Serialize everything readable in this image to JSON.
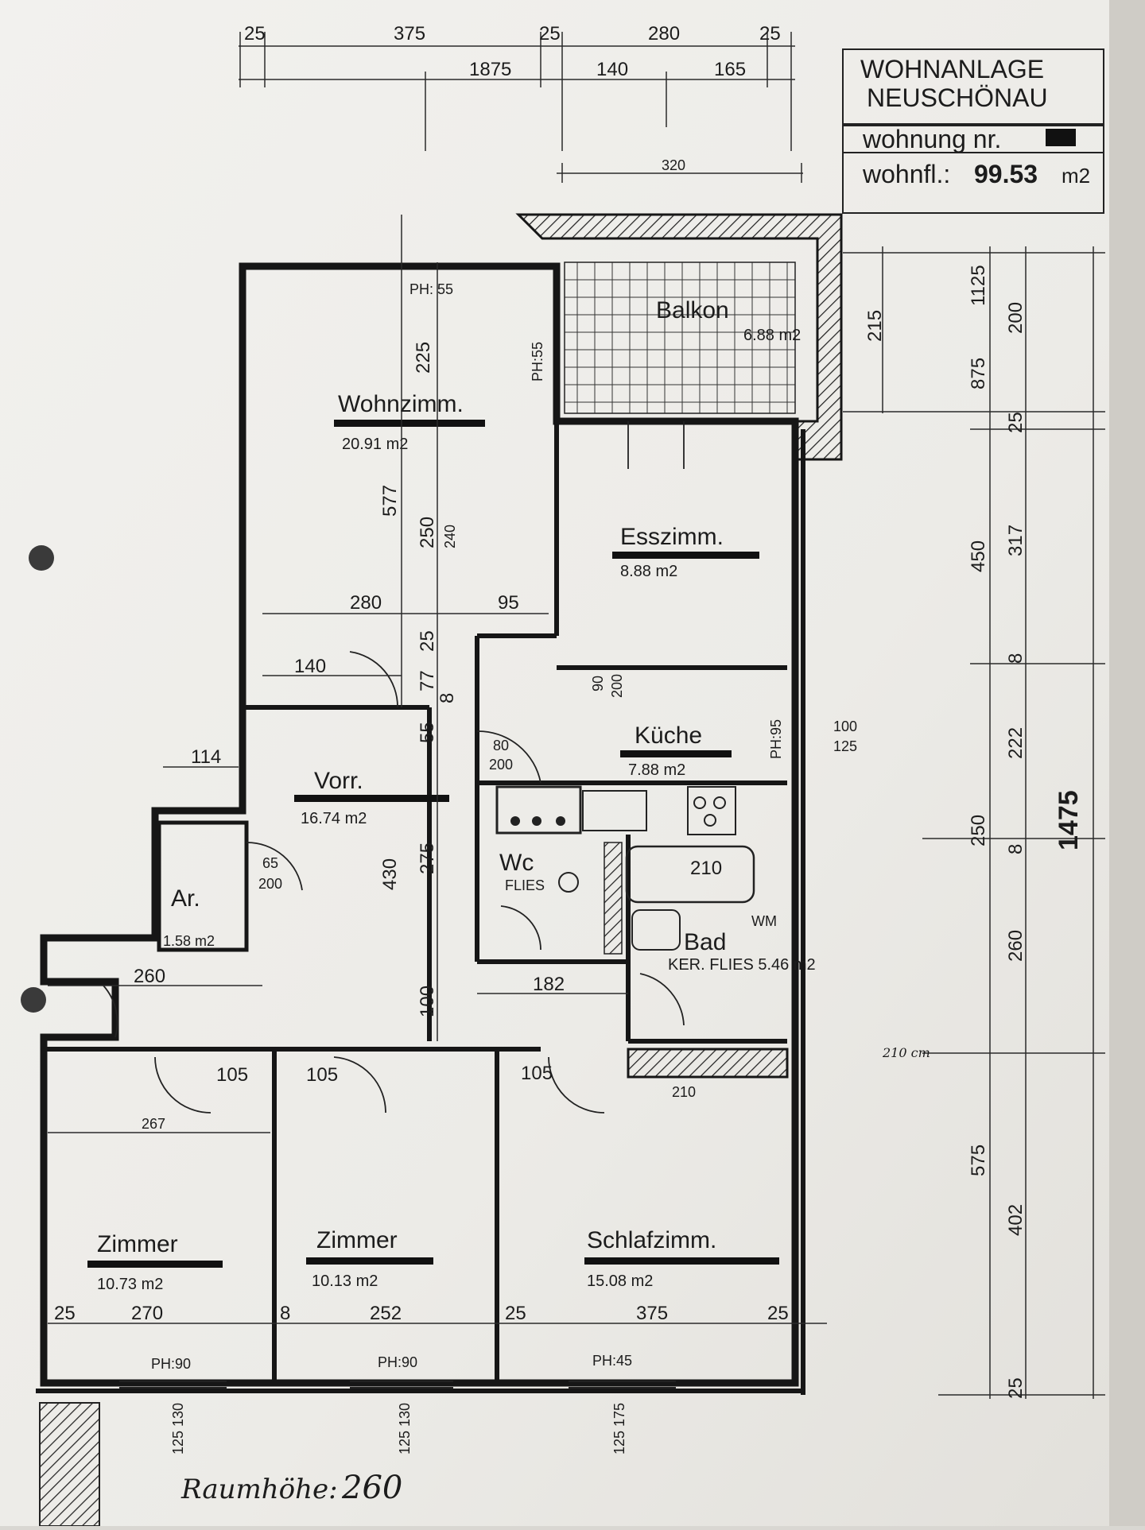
{
  "title_block": {
    "project_line1": "WOHNANLAGE",
    "project_line2": "NEUSCHÖNAU",
    "unit_label": "wohnung nr.",
    "floor_area_label": "wohnfl.:",
    "floor_area_value": "99.53",
    "floor_area_unit": "m2"
  },
  "rooms": [
    {
      "name": "Wohnzimm.",
      "area": "20.91 m2"
    },
    {
      "name": "Esszimm.",
      "area": "8.88 m2"
    },
    {
      "name": "Küche",
      "area": "7.88 m2"
    },
    {
      "name": "Vorr.",
      "area": "16.74 m2"
    },
    {
      "name": "Wc",
      "area": "FLIES"
    },
    {
      "name": "Bad",
      "area": "KER. FLIES 5.46 m2"
    },
    {
      "name": "Ar.",
      "area": "1.58 m2"
    },
    {
      "name": "Balkon",
      "area": "6.88 m2"
    },
    {
      "name": "Zimmer",
      "area": "10.73 m2"
    },
    {
      "name": "Zimmer",
      "area": "10.13 m2"
    },
    {
      "name": "Schlafzimm.",
      "area": "15.08 m2"
    }
  ],
  "dimensions": {
    "top_row1": [
      "25",
      "375",
      "25",
      "280",
      "25"
    ],
    "top_row2": [
      "1875",
      "140",
      "165"
    ],
    "balcony_width": "320",
    "right_outer": [
      "1125",
      "875",
      "25",
      "450",
      "8",
      "250",
      "8",
      "575",
      "25"
    ],
    "right_inner": [
      "200",
      "317",
      "222",
      "260",
      "402"
    ],
    "right_balcony": "215",
    "total_height": "1475",
    "bottom_widths": [
      "25",
      "270",
      "8",
      "252",
      "25",
      "375",
      "25"
    ],
    "window_labels": [
      "PH:90",
      "PH:90",
      "PH:45"
    ],
    "window_heights": [
      "125 130",
      "125 130",
      "125 175"
    ],
    "interior": [
      "225",
      "577",
      "250",
      "280",
      "95",
      "140",
      "25",
      "77",
      "8",
      "55",
      "430",
      "275",
      "100",
      "114",
      "260",
      "182",
      "210",
      "267",
      "105",
      "105",
      "105",
      "65",
      "200",
      "80",
      "200",
      "90",
      "200",
      "100",
      "125",
      "PH:95",
      "PH:55",
      "PH: 55",
      "WM",
      "210",
      "240"
    ]
  },
  "annotations": {
    "ceiling_height_label": "Raumhöhe:",
    "ceiling_height_value": "260",
    "scribble": "210 cm"
  }
}
